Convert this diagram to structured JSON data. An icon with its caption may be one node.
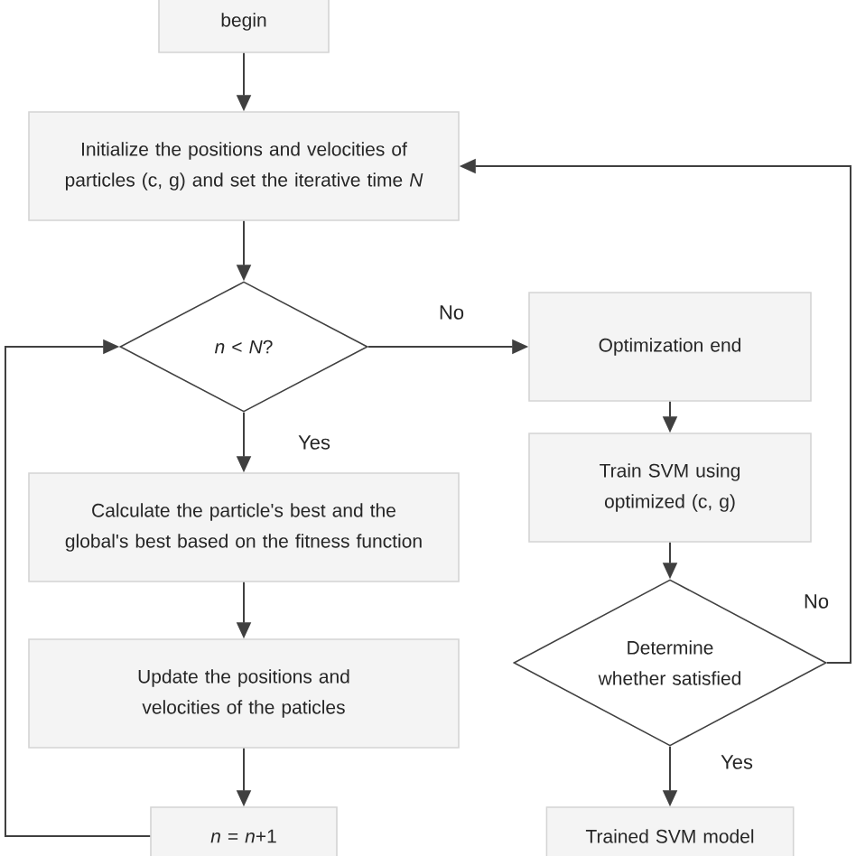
{
  "diagram": {
    "nodes": [
      {
        "text": [
          "begin"
        ]
      },
      {
        "text": [
          "Initialize the positions and velocities of particles (c, g) and set the iterative time *N*"
        ]
      },
      {
        "text": [
          "*n* < *N*?"
        ]
      },
      {
        "text": [
          "Calculate the particle's best and the global's best based on the fitness function"
        ]
      },
      {
        "text": [
          "Update the positions and velocities of the paticles"
        ]
      },
      {
        "text": [
          "*n* = *n*+1"
        ]
      },
      {
        "text": [
          "Optimization end"
        ]
      },
      {
        "text": [
          "Train SVM using optimized (c, g)"
        ]
      },
      {
        "text": [
          "Determine whether satisfied"
        ]
      },
      {
        "text": [
          "Trained SVM model"
        ]
      }
    ],
    "edges": [
      {
        "from": 0,
        "to": 1,
        "arrow": "to"
      },
      {
        "from": 1,
        "to": 2,
        "arrow": "to"
      },
      {
        "from": 2,
        "to": 6,
        "arrow": "to",
        "label": "No"
      },
      {
        "from": 2,
        "to": 3,
        "arrow": "to",
        "label": "Yes"
      },
      {
        "from": 3,
        "to": 4,
        "arrow": "to"
      },
      {
        "from": 4,
        "to": 5,
        "arrow": "to"
      },
      {
        "from": 5,
        "to": 2,
        "arrow": "to"
      },
      {
        "from": 6,
        "to": 7,
        "arrow": "to"
      },
      {
        "from": 7,
        "to": 8,
        "arrow": "to"
      },
      {
        "from": 8,
        "to": 1,
        "arrow": "to",
        "label": "No"
      },
      {
        "from": 8,
        "to": 9,
        "arrow": "to",
        "label": "Yes"
      }
    ]
  }
}
